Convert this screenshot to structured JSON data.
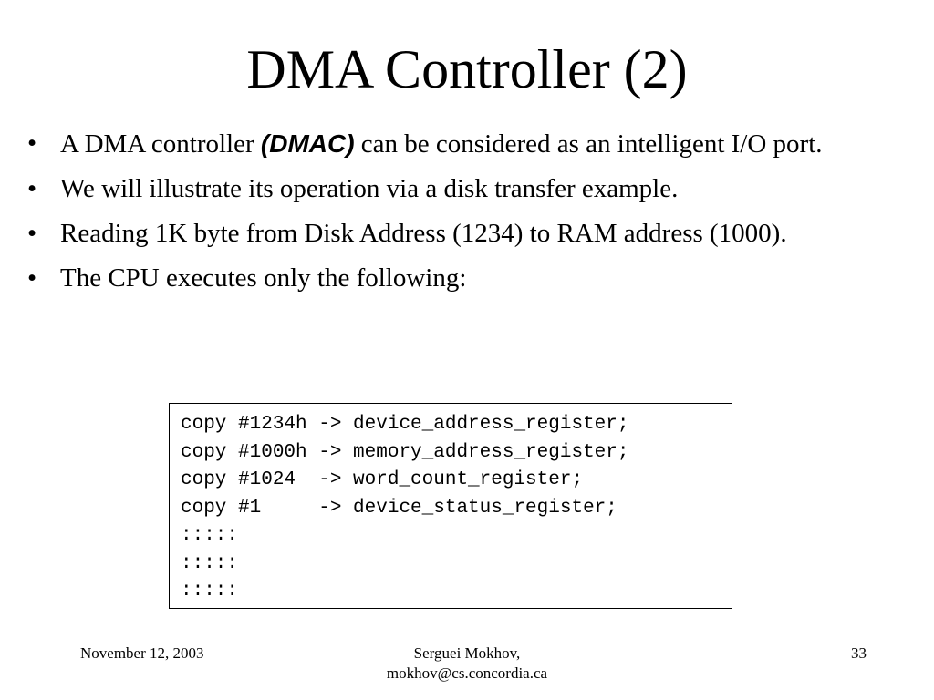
{
  "slide": {
    "title": "DMA Controller (2)"
  },
  "bullets": [
    {
      "marker": "•",
      "pre": "A DMA controller ",
      "emphasis": "(DMAC)",
      "post": " can be considered as an intelligent I/O port."
    },
    {
      "marker": "•",
      "text": "We will illustrate its operation via a disk transfer example."
    },
    {
      "marker": "•",
      "text": "Reading 1K byte from Disk Address (1234) to RAM address (1000)."
    },
    {
      "marker": "•",
      "text": "The CPU executes only the following:"
    }
  ],
  "code": {
    "lines": [
      "copy #1234h -> device_address_register;",
      "copy #1000h -> memory_address_register;",
      "copy #1024  -> word_count_register;",
      "copy #1     -> device_status_register;",
      ":::::",
      ":::::",
      ":::::"
    ]
  },
  "footer": {
    "date": "November 12, 2003",
    "author_name": "Serguei Mokhov,",
    "author_email": "mokhov@cs.concordia.ca",
    "page_number": "33"
  }
}
